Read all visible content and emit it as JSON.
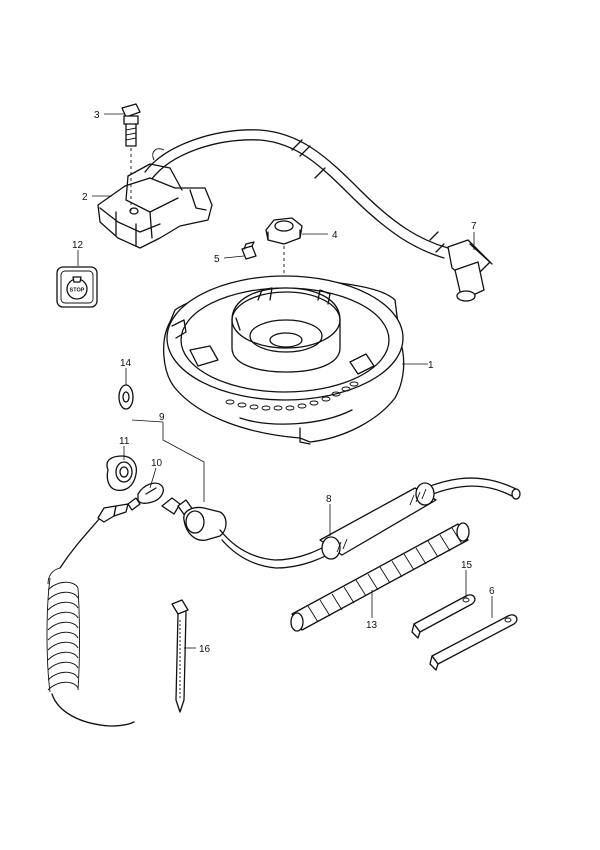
{
  "stop_label": "STOP",
  "callouts": [
    {
      "id": "c1",
      "text": "1"
    },
    {
      "id": "c2",
      "text": "2"
    },
    {
      "id": "c3",
      "text": "3"
    },
    {
      "id": "c4",
      "text": "4"
    },
    {
      "id": "c5",
      "text": "5"
    },
    {
      "id": "c6",
      "text": "6"
    },
    {
      "id": "c7",
      "text": "7"
    },
    {
      "id": "c8",
      "text": "8"
    },
    {
      "id": "c9",
      "text": "9"
    },
    {
      "id": "c10",
      "text": "10"
    },
    {
      "id": "c11",
      "text": "11"
    },
    {
      "id": "c12",
      "text": "12"
    },
    {
      "id": "c13",
      "text": "13"
    },
    {
      "id": "c14",
      "text": "14"
    },
    {
      "id": "c15",
      "text": "15"
    },
    {
      "id": "c16",
      "text": "16"
    }
  ]
}
